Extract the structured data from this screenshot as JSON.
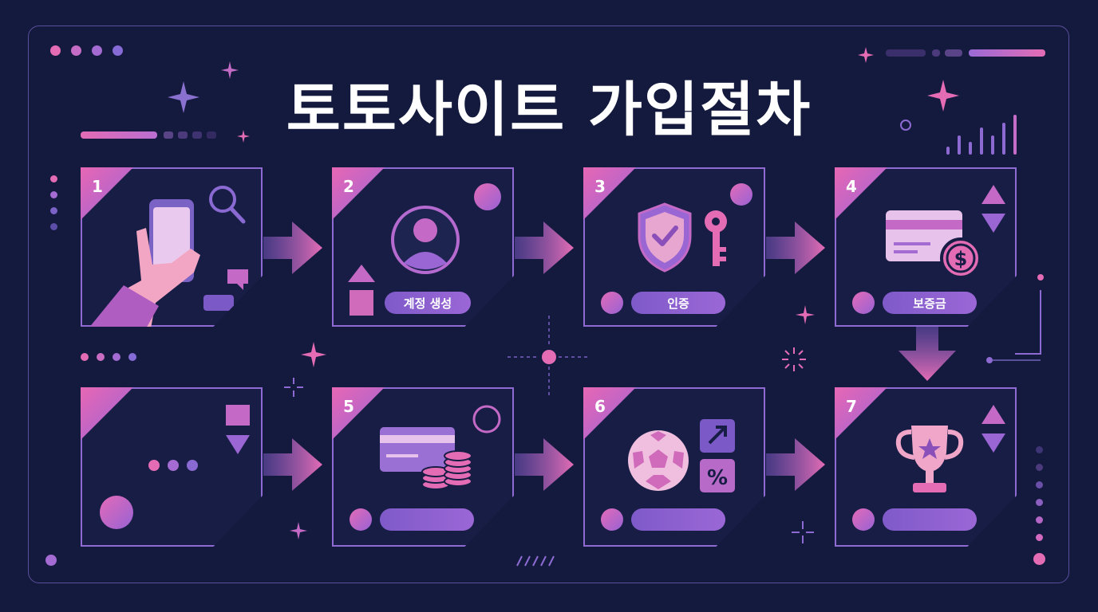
{
  "title": "토토사이트 가입절차",
  "steps": [
    {
      "number": "1",
      "label": "",
      "icon": "smartphone-hand-icon"
    },
    {
      "number": "2",
      "label": "계정 생성",
      "icon": "user-profile-icon"
    },
    {
      "number": "3",
      "label": "인증",
      "icon": "shield-key-icon"
    },
    {
      "number": "4",
      "label": "보증금",
      "icon": "credit-card-dollar-icon"
    },
    {
      "number": "",
      "label": "",
      "icon": "ellipsis-icon"
    },
    {
      "number": "5",
      "label": "",
      "icon": "card-coins-icon"
    },
    {
      "number": "6",
      "label": "",
      "icon": "soccer-ball-odds-icon"
    },
    {
      "number": "7",
      "label": "",
      "icon": "trophy-icon"
    }
  ],
  "colors": {
    "background": "#141a3e",
    "accent_pink": "#e767b4",
    "accent_purple": "#9b64d8",
    "card_border": "#8f6ad3"
  }
}
